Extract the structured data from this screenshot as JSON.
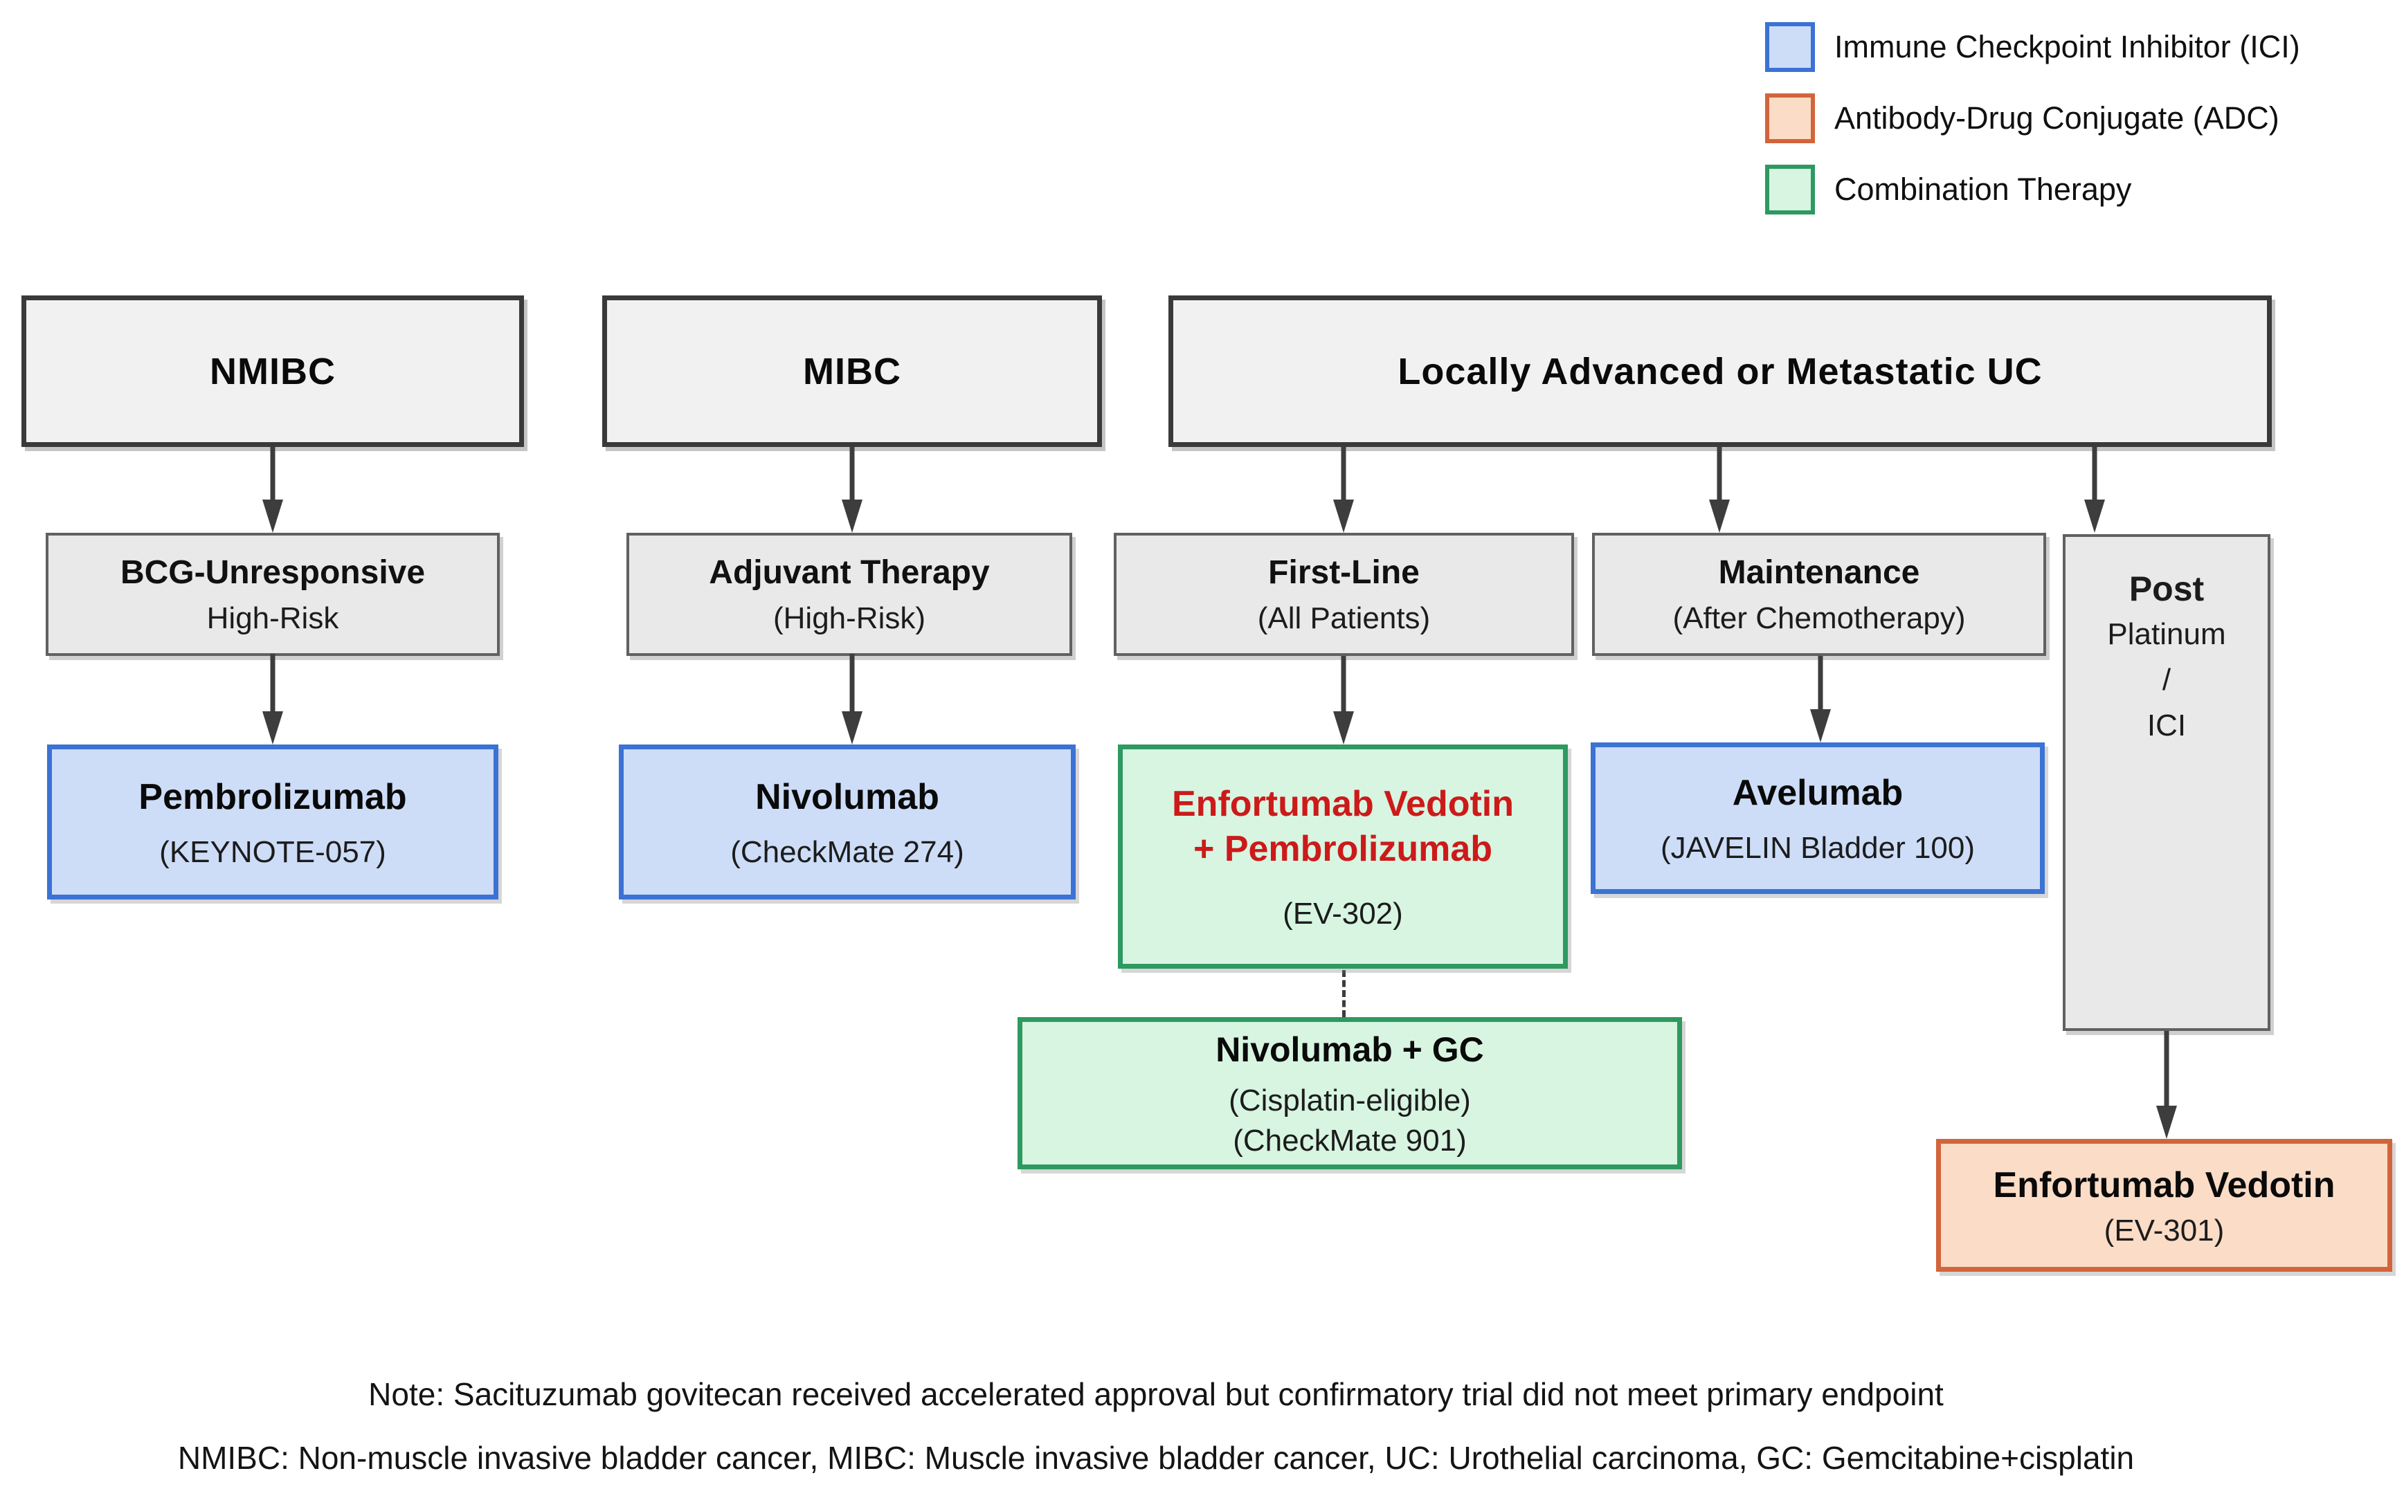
{
  "legend": {
    "items": [
      {
        "id": "ici",
        "label": "Immune Checkpoint Inhibitor (ICI)"
      },
      {
        "id": "adc",
        "label": "Antibody-Drug Conjugate (ADC)"
      },
      {
        "id": "combination",
        "label": "Combination Therapy"
      }
    ]
  },
  "headers": {
    "nmibc": {
      "title": "NMIBC"
    },
    "mibc": {
      "title": "MIBC"
    },
    "uc": {
      "title": "Locally Advanced or Metastatic UC"
    }
  },
  "stages": {
    "bcg": {
      "line1": "BCG-Unresponsive",
      "line2": "High-Risk"
    },
    "adjuvant": {
      "line1": "Adjuvant Therapy",
      "line2": "(High-Risk)"
    },
    "first_line": {
      "line1": "First-Line",
      "line2": "(All Patients)"
    },
    "maintenance": {
      "line1": "Maintenance",
      "line2": "(After Chemotherapy)"
    },
    "post_platinum": {
      "line1": "Post",
      "line2": "Platinum",
      "line3": "/",
      "line4": "ICI"
    }
  },
  "treatments": {
    "pembrolizumab": {
      "name": "Pembrolizumab",
      "trial": "(KEYNOTE-057)"
    },
    "nivolumab": {
      "name": "Nivolumab",
      "trial": "(CheckMate 274)"
    },
    "ev302": {
      "name_line1": "Enfortumab Vedotin",
      "name_line2": "+ Pembrolizumab",
      "trial": "(EV-302)"
    },
    "avelumab": {
      "name": "Avelumab",
      "trial": "(JAVELIN Bladder 100)"
    },
    "nivolumab_gc": {
      "name": "Nivolumab + GC",
      "eligibility": "(Cisplatin-eligible)",
      "trial": "(CheckMate 901)"
    },
    "ev301": {
      "name": "Enfortumab Vedotin",
      "trial": "(EV-301)"
    }
  },
  "notes": {
    "note": "Note: Sacituzumab govitecan received accelerated approval but confirmatory trial did not meet primary endpoint",
    "abbreviations": "NMIBC: Non-muscle invasive bladder cancer, MIBC: Muscle invasive bladder cancer, UC: Urothelial carcinoma, GC: Gemcitabine+cisplatin"
  },
  "colors": {
    "ici_fill": "#cdddf8",
    "ici_border": "#3b72d4",
    "adc_fill": "#fbdcc6",
    "adc_border": "#d2643c",
    "combination_fill": "#d7f5e1",
    "combination_border": "#2e9960",
    "highlight_text": "#cc1a1a",
    "header_fill": "#f1f1f1",
    "header_border": "#3a3a3a",
    "stage_fill": "#e9e9e9",
    "stage_border": "#616161",
    "arrow": "#3d3d3d"
  }
}
